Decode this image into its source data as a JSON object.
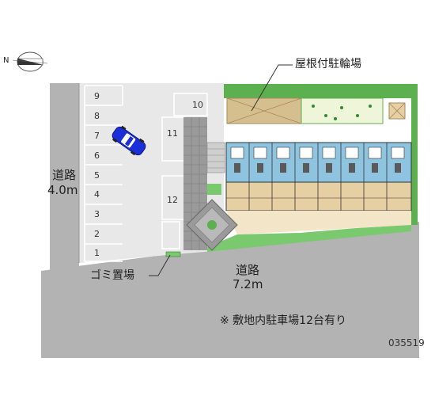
{
  "labels": {
    "bicycle_parking": "屋根付駐輪場",
    "road_left": "道路",
    "road_left_width": "4.0m",
    "road_bottom": "道路",
    "road_bottom_width": "7.2m",
    "garbage": "ゴミ置場",
    "compass": "N",
    "note": "※ 敷地内駐車場12台有り",
    "code": "035519"
  },
  "parking_left": [
    "9",
    "8",
    "7",
    "6",
    "5",
    "4",
    "3",
    "2",
    "1"
  ],
  "parking_right": [
    "10",
    "11",
    "12"
  ],
  "colors": {
    "road": "#b3b3b3",
    "lot": "#e8e8e8",
    "lawn": "#7bc96f",
    "hedge": "#5db04f",
    "building_blue": "#8ec4e0",
    "building_tan": "#e6cfa3",
    "walkway": "#9a9a9a",
    "car": "#1a2fd8"
  }
}
